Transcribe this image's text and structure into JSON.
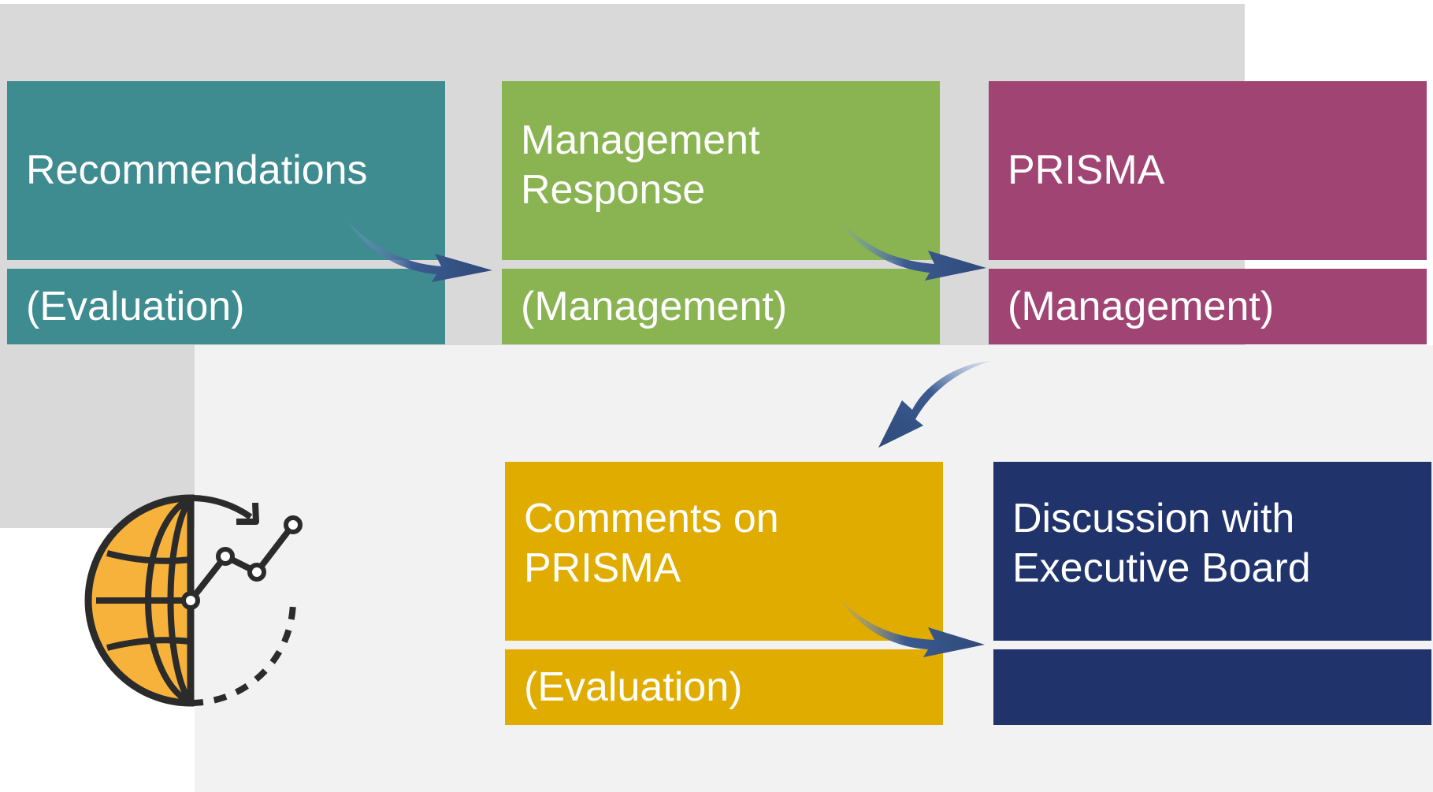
{
  "boxes": [
    {
      "id": "recommendations",
      "title": "Recommendations",
      "owner": "(Evaluation)",
      "color": "#3e8b90"
    },
    {
      "id": "management-response",
      "title": "Management Response",
      "owner": "(Management)",
      "color": "#8ab352"
    },
    {
      "id": "prisma",
      "title": "PRISMA",
      "owner": "(Management)",
      "color": "#a04573"
    },
    {
      "id": "comments-on-prisma",
      "title": "Comments on PRISMA",
      "owner": "(Evaluation)",
      "color": "#e1ac00"
    },
    {
      "id": "discussion-executive-board",
      "title": "Discussion with Executive Board",
      "owner": "",
      "color": "#20336b"
    }
  ],
  "icons": {
    "process_icon": "globe-growth-chart-icon",
    "arrow_icon": "curved-arrow-icon"
  },
  "colors": {
    "arrow": "#2f4a7a",
    "icon_fill": "#f7b23b",
    "icon_stroke": "#2b2b2b"
  }
}
